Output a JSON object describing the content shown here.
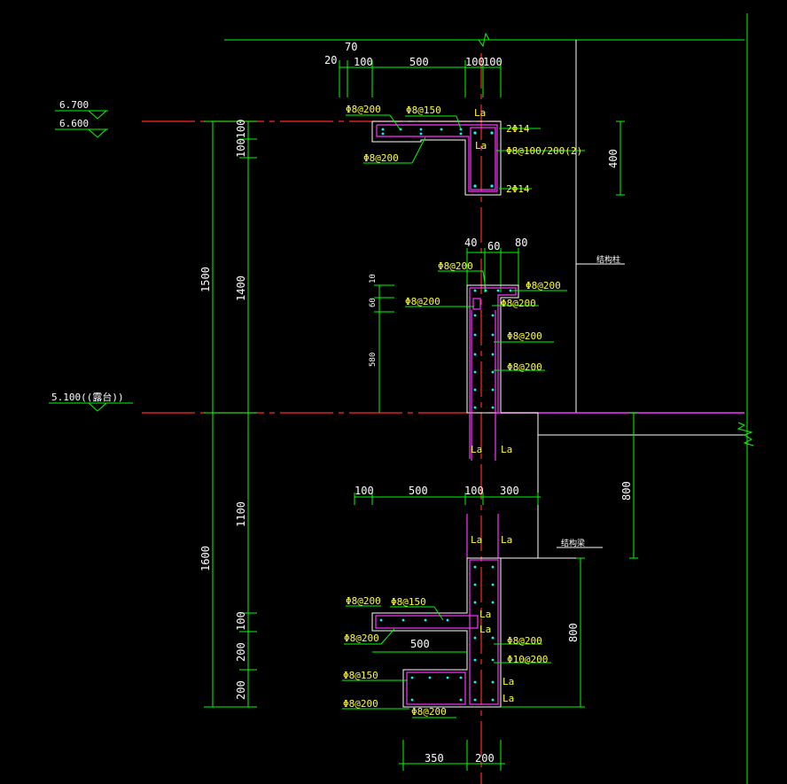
{
  "elevations": {
    "e1": "6.700",
    "e2": "6.600",
    "e3": "5.100((露台))"
  },
  "top_dims": {
    "d70": "70",
    "d20": "20",
    "d100a": "100",
    "d500": "500",
    "d100b": "100",
    "d100c": "100"
  },
  "top_section": {
    "r1": "Φ8@200",
    "r2": "Φ8@150",
    "la1": "La",
    "bar1": "2Φ14",
    "la2": "La",
    "stir": "Φ8@100/200(2)",
    "r3": "Φ8@200",
    "bar2": "2Φ14",
    "h400": "400"
  },
  "left_dims": {
    "total_upper": "1500",
    "d100_100": "100100",
    "d1400": "1400",
    "d1100": "1100",
    "d1600": "1600",
    "d100": "100",
    "d200a": "200",
    "d200b": "200"
  },
  "mid_section": {
    "d40": "40",
    "d60": "60",
    "d80": "80",
    "label_struct_col": "结构柱",
    "r1": "Φ8@200",
    "r2": "Φ8@200",
    "r3": "Φ8@200",
    "r4": "Φ8@200",
    "r5": "Φ8@200",
    "r6": "Φ8@200",
    "d10": "10",
    "d60v": "60",
    "d580": "580",
    "la1": "La",
    "la2": "La"
  },
  "mid_dims": {
    "d100": "100",
    "d500": "500",
    "d100b": "100",
    "d300": "300",
    "d800": "800"
  },
  "lower_section": {
    "la1": "La",
    "la2": "La",
    "label_struct_beam": "结构梁",
    "r1": "Φ8@200",
    "r2": "Φ8@150",
    "la3": "La",
    "la4": "La",
    "r3": "Φ8@200",
    "r4": "Φ8@200",
    "r5": "Φ10@200",
    "d500": "500",
    "d800": "800",
    "r6": "Φ8@150",
    "la5": "La",
    "r7": "Φ8@200",
    "r8": "Φ8@200",
    "la6": "La"
  },
  "bottom_dims": {
    "d350": "350",
    "d200": "200"
  },
  "colors": {
    "background": "#000000",
    "dimension": "#00ff00",
    "rebar": "#ff33ff",
    "text_rebar": "#ffff33",
    "axis": "#ff2a2a",
    "rebar_dot": "#00ffff"
  }
}
